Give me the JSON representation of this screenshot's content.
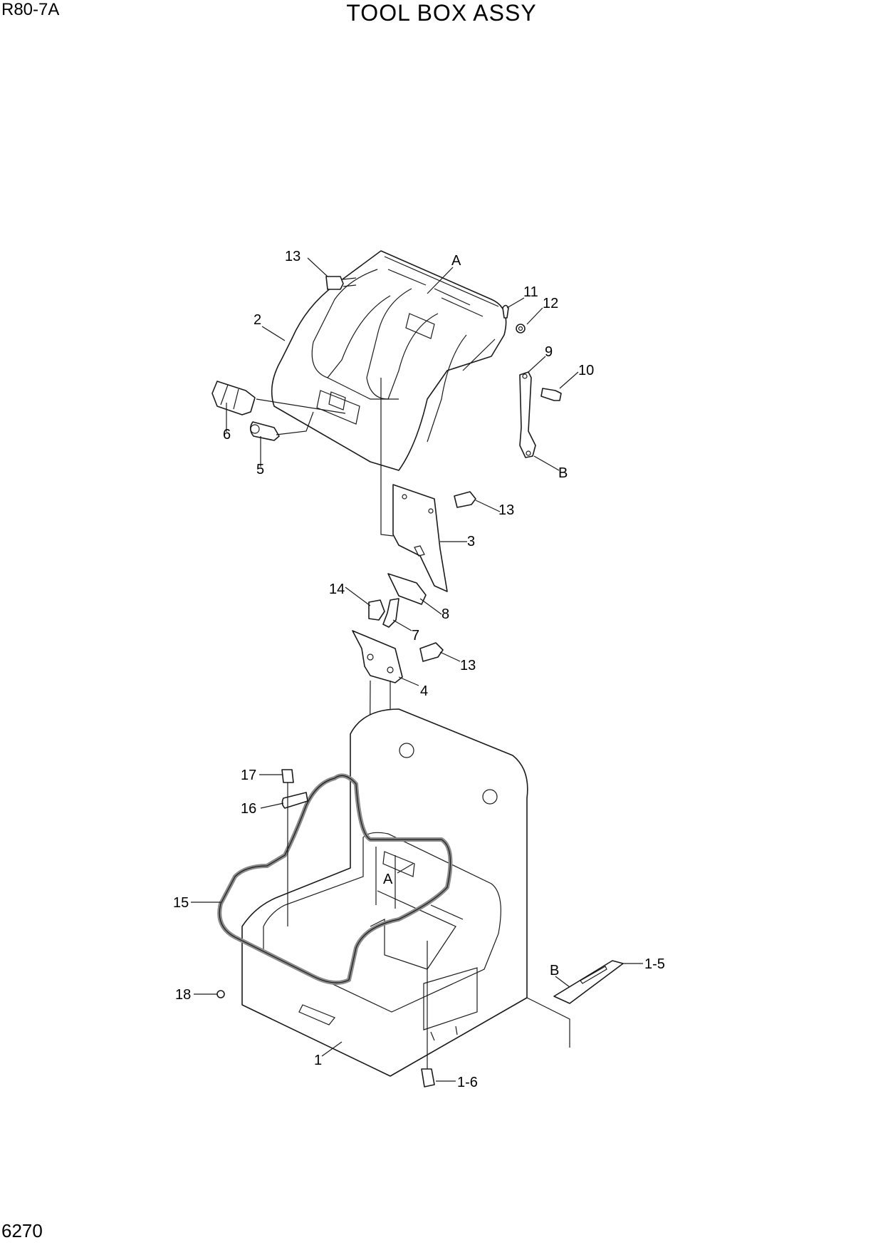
{
  "header": {
    "model": "R80-7A",
    "title": "TOOL BOX ASSY"
  },
  "footer": {
    "page_number": "6270"
  },
  "callouts": {
    "c13a": "13",
    "cA1": "A",
    "c11": "11",
    "c12": "12",
    "c2": "2",
    "c9": "9",
    "c10": "10",
    "c6": "6",
    "c5": "5",
    "cB1": "B",
    "c13b": "13",
    "c3": "3",
    "c14": "14",
    "c8": "8",
    "c7": "7",
    "c13c": "13",
    "c4": "4",
    "c17": "17",
    "c16": "16",
    "cA2": "A",
    "c15": "15",
    "cB2": "B",
    "c1_5": "1-5",
    "c18": "18",
    "c1": "1",
    "c1_6": "1-6"
  }
}
